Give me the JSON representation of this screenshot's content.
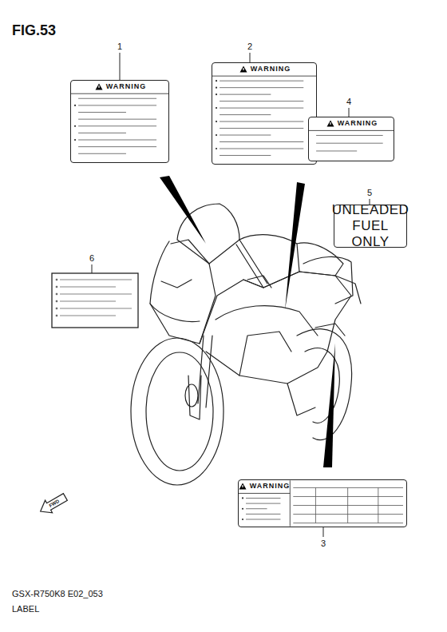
{
  "diagram": {
    "title": "FIG.53",
    "nodes": [
      {
        "text": [
          "WARNING"
        ]
      },
      {
        "text": [
          "WARNING"
        ]
      },
      {
        "text": [
          "WARNING"
        ]
      },
      {
        "text": [
          "UNLEADED FUEL ONLY"
        ]
      },
      {
        "text": [
          "WARNING"
        ]
      }
    ],
    "labels": [
      "1",
      "2",
      "4",
      "5",
      "6",
      "3",
      "FWD",
      "GSX-R750K8 E02_053",
      "LABEL"
    ]
  }
}
